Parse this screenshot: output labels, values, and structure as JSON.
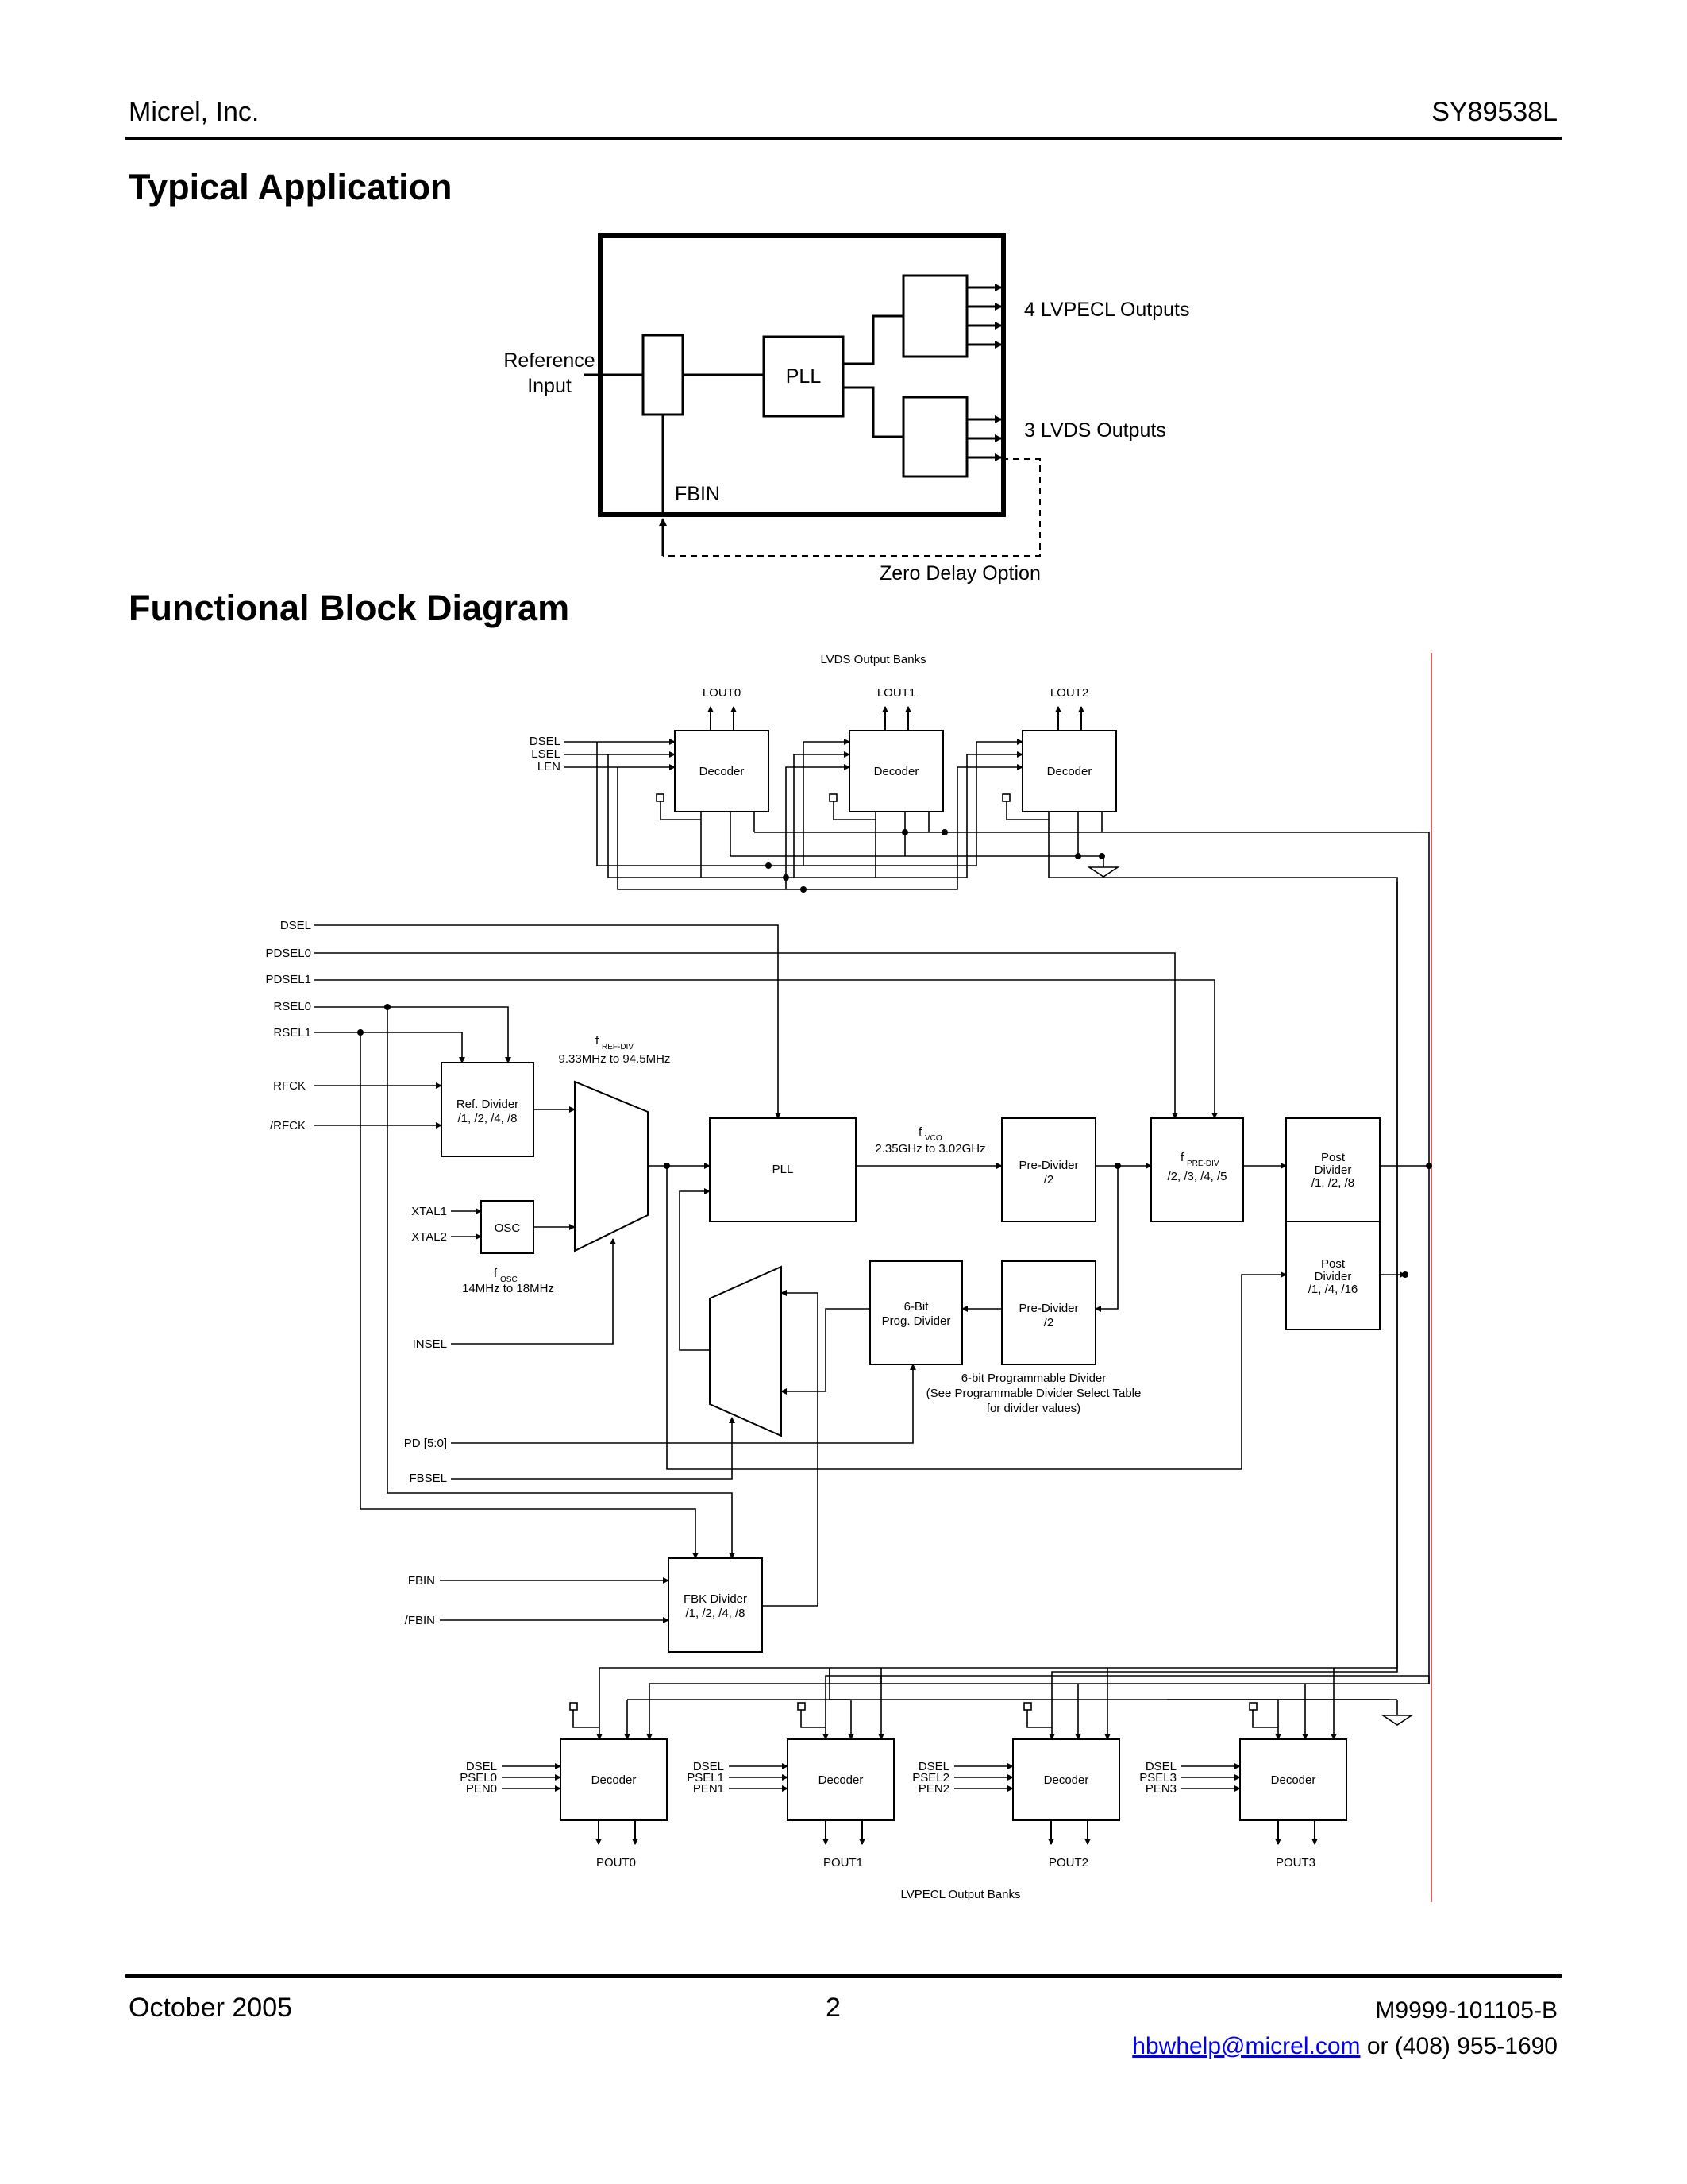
{
  "header": {
    "company": "Micrel, Inc.",
    "part_number": "SY89538L"
  },
  "sections": {
    "typical_application": "Typical Application",
    "functional_block_diagram": "Functional Block Diagram"
  },
  "typical_app": {
    "reference_input_line1": "Reference",
    "reference_input_line2": "Input",
    "pll": "PLL",
    "lvpecl_outputs": "4 LVPECL Outputs",
    "lvds_outputs": "3 LVDS Outputs",
    "fbin": "FBIN",
    "zero_delay": "Zero Delay Option"
  },
  "fbd": {
    "lvds_banks": "LVDS Output Banks",
    "lvpecl_banks": "LVPECL Output Banks",
    "lout": [
      "LOUT0",
      "LOUT1",
      "LOUT2"
    ],
    "pout": [
      "POUT0",
      "POUT1",
      "POUT2",
      "POUT3"
    ],
    "decoder": "Decoder",
    "top_inputs": [
      "DSEL",
      "LSEL",
      "LEN"
    ],
    "left_inputs": [
      "DSEL",
      "PDSEL0",
      "PDSEL1",
      "RSEL0",
      "RSEL1"
    ],
    "rfck": "RFCK",
    "nrfck": "/RFCK",
    "xtal1": "XTAL1",
    "xtal2": "XTAL2",
    "osc": "OSC",
    "fosc_f": "f",
    "fosc_sub": "OSC",
    "fosc_range": "14MHz to 18MHz",
    "insel": "INSEL",
    "pd": "PD [5:0]",
    "fbsel": "FBSEL",
    "fbin": "FBIN",
    "nfbin": "/FBIN",
    "ref_div_line1": "Ref. Divider",
    "ref_div_line2": "/1, /2, /4, /8",
    "fref_f": "f",
    "fref_sub": "REF-DIV",
    "fref_range": "9.33MHz to 94.5MHz",
    "pll": "PLL",
    "fvco_f": "f",
    "fvco_sub": "VCO",
    "fvco_range": "2.35GHz to 3.02GHz",
    "pre_div_line1": "Pre-Divider",
    "pre_div_line2": "/2",
    "fpre_f": "f",
    "fpre_sub": "PRE-DIV",
    "fpre_vals": "/2, /3, /4, /5",
    "post_div1": [
      "Post",
      "Divider",
      "/1, /2, /8"
    ],
    "post_div2": [
      "Post",
      "Divider",
      "/1, /4, /16"
    ],
    "prog_div_line1": "6-Bit",
    "prog_div_line2": "Prog. Divider",
    "prog_note": [
      "6-bit Programmable Divider",
      "(See Programmable Divider Select Table",
      "for divider values)"
    ],
    "fbk_div_line1": "FBK Divider",
    "fbk_div_line2": "/1, /2, /4, /8",
    "bottom_inputs": [
      [
        "DSEL",
        "PSEL0",
        "PEN0"
      ],
      [
        "DSEL",
        "PSEL1",
        "PEN1"
      ],
      [
        "DSEL",
        "PSEL2",
        "PEN2"
      ],
      [
        "DSEL",
        "PSEL3",
        "PEN3"
      ]
    ]
  },
  "footer": {
    "date": "October 2005",
    "page": "2",
    "doc_number": "M9999-101105-B",
    "email": "hbwhelp@micrel.com",
    "phone": " or (408) 955-1690"
  }
}
